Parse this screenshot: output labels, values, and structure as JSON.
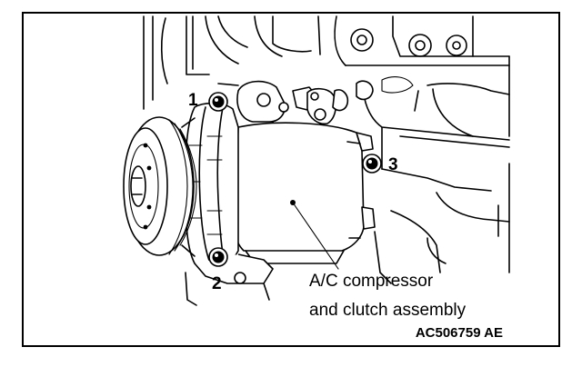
{
  "callouts": {
    "bolt_1": "1",
    "bolt_2": "2",
    "bolt_3": "3"
  },
  "component_label": {
    "line1": "A/C compressor",
    "line2": "and clutch assembly"
  },
  "reference_code": "AC506759 AE"
}
